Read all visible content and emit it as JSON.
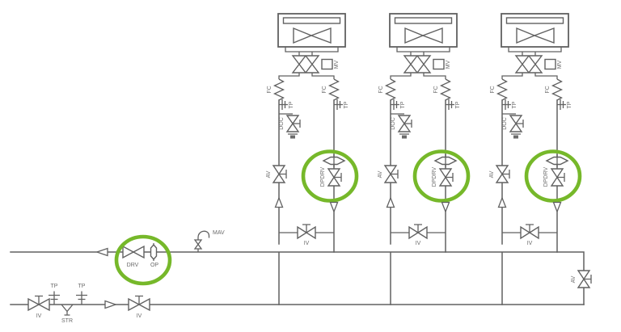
{
  "diagram": {
    "title": "fan-coil-unit-piping-schematic",
    "branch_count": 3,
    "colors": {
      "line": "#616161",
      "label": "#6b6b6b",
      "highlight_green": "#76b82a",
      "background": "#ffffff"
    },
    "labels": {
      "mv": "MV",
      "fc": "FC",
      "tp": "TP",
      "doc": "DOC",
      "av": "AV",
      "dpdrv": "DPDRV",
      "iv": "IV",
      "drv": "DRV",
      "op": "OP",
      "mav": "MAV",
      "str": "STR"
    },
    "symbols": {
      "fcu": "fan-coil-unit-icon",
      "bowtie": "valve-bowtie-icon",
      "zigzag": "flexible-connector-icon",
      "lens": "orifice-plate-icon",
      "circle": "green-highlight-ring"
    }
  }
}
